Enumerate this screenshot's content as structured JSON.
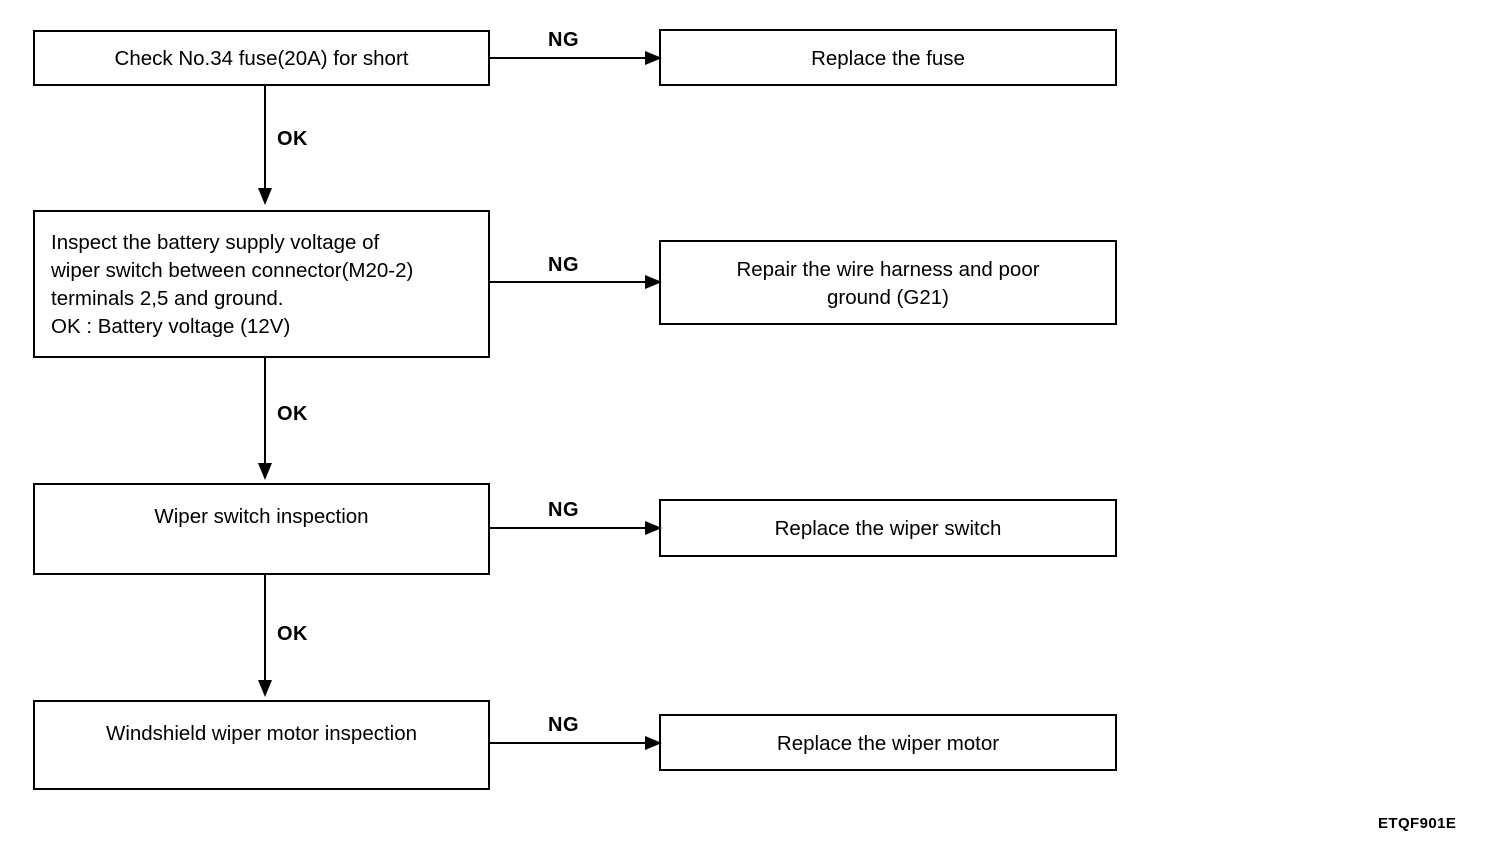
{
  "diagram": {
    "title": "Windshield wiper troubleshooting flowchart",
    "colors": {
      "background": "#ffffff",
      "line": "#000000",
      "text": "#000000"
    },
    "steps": [
      {
        "id": "check-fuse",
        "text": "Check No.34 fuse(20A) for short",
        "align": "center"
      },
      {
        "id": "inspect-battery-voltage",
        "text": "Inspect the battery supply voltage of\nwiper switch between connector(M20-2)\nterminals 2,5 and ground.\nOK : Battery voltage (12V)",
        "align": "left"
      },
      {
        "id": "wiper-switch-inspection",
        "text": "Wiper switch inspection",
        "align": "center"
      },
      {
        "id": "windshield-wiper-motor-inspection",
        "text": "Windshield wiper motor inspection",
        "align": "center"
      }
    ],
    "outcomes": [
      {
        "id": "replace-fuse",
        "text": "Replace the fuse"
      },
      {
        "id": "repair-harness",
        "text": "Repair the wire harness and poor\nground (G21)"
      },
      {
        "id": "replace-wiper-switch",
        "text": "Replace the wiper switch"
      },
      {
        "id": "replace-wiper-motor",
        "text": "Replace the wiper motor"
      }
    ],
    "branch_labels": {
      "ng": "NG",
      "ok": "OK"
    },
    "ng_labels": [
      "NG",
      "NG",
      "NG",
      "NG"
    ],
    "ok_labels": [
      "OK",
      "OK",
      "OK"
    ],
    "footer_code": "ETQF901E"
  }
}
